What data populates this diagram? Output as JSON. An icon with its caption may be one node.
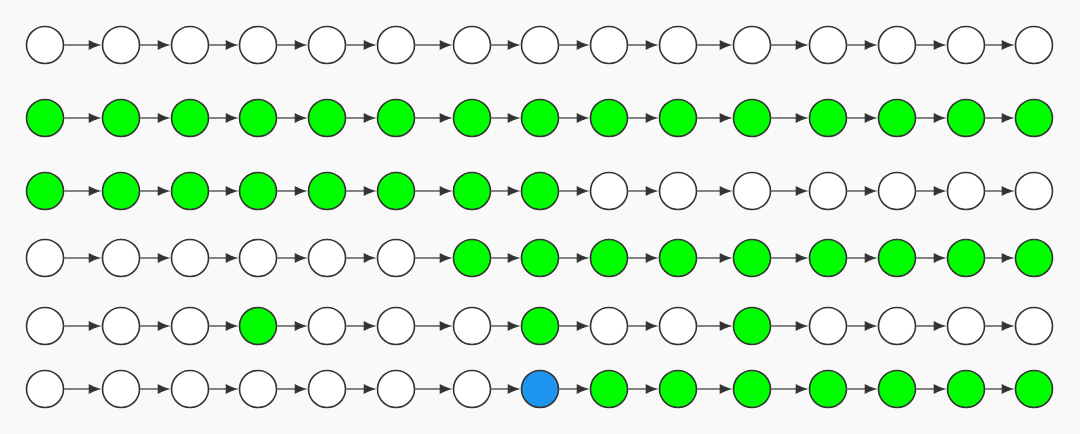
{
  "diagram": {
    "nodes": [
      {
        "text": [],
        "shape": "circle"
      },
      {
        "text": [],
        "shape": "circle"
      },
      {
        "text": [],
        "shape": "circle"
      },
      {
        "text": [],
        "shape": "circle"
      },
      {
        "text": [],
        "shape": "circle"
      },
      {
        "text": [],
        "shape": "circle"
      },
      {
        "text": [],
        "shape": "circle"
      },
      {
        "text": [],
        "shape": "circle"
      },
      {
        "text": [],
        "shape": "circle"
      },
      {
        "text": [],
        "shape": "circle"
      },
      {
        "text": [],
        "shape": "circle"
      },
      {
        "text": [],
        "shape": "circle"
      },
      {
        "text": [],
        "shape": "circle"
      },
      {
        "text": [],
        "shape": "circle"
      },
      {
        "text": [],
        "shape": "circle"
      },
      {
        "text": [],
        "shape": "circle"
      },
      {
        "text": [],
        "shape": "circle"
      },
      {
        "text": [],
        "shape": "circle"
      },
      {
        "text": [],
        "shape": "circle"
      },
      {
        "text": [],
        "shape": "circle"
      },
      {
        "text": [],
        "shape": "circle"
      },
      {
        "text": [],
        "shape": "circle"
      },
      {
        "text": [],
        "shape": "circle"
      },
      {
        "text": [],
        "shape": "circle"
      },
      {
        "text": [],
        "shape": "circle"
      },
      {
        "text": [],
        "shape": "circle"
      },
      {
        "text": [],
        "shape": "circle"
      },
      {
        "text": [],
        "shape": "circle"
      },
      {
        "text": [],
        "shape": "circle"
      },
      {
        "text": [],
        "shape": "circle"
      },
      {
        "text": [],
        "shape": "circle"
      },
      {
        "text": [],
        "shape": "circle"
      },
      {
        "text": [],
        "shape": "circle"
      },
      {
        "text": [],
        "shape": "circle"
      },
      {
        "text": [],
        "shape": "circle"
      },
      {
        "text": [],
        "shape": "circle"
      },
      {
        "text": [],
        "shape": "circle"
      },
      {
        "text": [],
        "shape": "circle"
      },
      {
        "text": [],
        "shape": "circle"
      },
      {
        "text": [],
        "shape": "circle"
      },
      {
        "text": [],
        "shape": "circle"
      },
      {
        "text": [],
        "shape": "circle"
      },
      {
        "text": [],
        "shape": "circle"
      },
      {
        "text": [],
        "shape": "circle"
      },
      {
        "text": [],
        "shape": "circle"
      },
      {
        "text": [],
        "shape": "circle"
      },
      {
        "text": [],
        "shape": "circle"
      },
      {
        "text": [],
        "shape": "circle"
      },
      {
        "text": [],
        "shape": "circle"
      },
      {
        "text": [],
        "shape": "circle"
      },
      {
        "text": [],
        "shape": "circle"
      },
      {
        "text": [],
        "shape": "circle"
      },
      {
        "text": [],
        "shape": "circle"
      },
      {
        "text": [],
        "shape": "circle"
      },
      {
        "text": [],
        "shape": "circle"
      },
      {
        "text": [],
        "shape": "circle"
      },
      {
        "text": [],
        "shape": "circle"
      },
      {
        "text": [],
        "shape": "circle"
      },
      {
        "text": [],
        "shape": "circle"
      },
      {
        "text": [],
        "shape": "circle"
      },
      {
        "text": [],
        "shape": "circle"
      },
      {
        "text": [],
        "shape": "circle"
      },
      {
        "text": [],
        "shape": "circle"
      },
      {
        "text": [],
        "shape": "circle"
      },
      {
        "text": [],
        "shape": "circle"
      },
      {
        "text": [],
        "shape": "circle"
      },
      {
        "text": [],
        "shape": "circle"
      },
      {
        "text": [],
        "shape": "circle"
      },
      {
        "text": [],
        "shape": "circle"
      },
      {
        "text": [],
        "shape": "circle"
      },
      {
        "text": [],
        "shape": "circle"
      },
      {
        "text": [],
        "shape": "circle"
      },
      {
        "text": [],
        "shape": "circle"
      },
      {
        "text": [],
        "shape": "circle"
      },
      {
        "text": [],
        "shape": "circle"
      },
      {
        "text": [],
        "shape": "circle"
      },
      {
        "text": [],
        "shape": "circle"
      },
      {
        "text": [],
        "shape": "circle"
      },
      {
        "text": [],
        "shape": "circle"
      },
      {
        "text": [],
        "shape": "circle"
      },
      {
        "text": [],
        "shape": "circle"
      },
      {
        "text": [],
        "shape": "circle"
      },
      {
        "text": [],
        "shape": "circle"
      },
      {
        "text": [],
        "shape": "circle"
      },
      {
        "text": [],
        "shape": "circle"
      },
      {
        "text": [],
        "shape": "circle"
      },
      {
        "text": [],
        "shape": "circle"
      },
      {
        "text": [],
        "shape": "circle"
      },
      {
        "text": [],
        "shape": "circle"
      },
      {
        "text": [],
        "shape": "circle"
      }
    ],
    "edges": [
      {
        "from": 0,
        "to": 1,
        "arrow": "to"
      },
      {
        "from": 1,
        "to": 2,
        "arrow": "to"
      },
      {
        "from": 2,
        "to": 3,
        "arrow": "to"
      },
      {
        "from": 3,
        "to": 4,
        "arrow": "to"
      },
      {
        "from": 4,
        "to": 5,
        "arrow": "to"
      },
      {
        "from": 5,
        "to": 6,
        "arrow": "to"
      },
      {
        "from": 6,
        "to": 7,
        "arrow": "to"
      },
      {
        "from": 7,
        "to": 8,
        "arrow": "to"
      },
      {
        "from": 8,
        "to": 9,
        "arrow": "to"
      },
      {
        "from": 9,
        "to": 10,
        "arrow": "to"
      },
      {
        "from": 10,
        "to": 11,
        "arrow": "to"
      },
      {
        "from": 11,
        "to": 12,
        "arrow": "to"
      },
      {
        "from": 12,
        "to": 13,
        "arrow": "to"
      },
      {
        "from": 13,
        "to": 14,
        "arrow": "to"
      },
      {
        "from": 15,
        "to": 16,
        "arrow": "to"
      },
      {
        "from": 16,
        "to": 17,
        "arrow": "to"
      },
      {
        "from": 17,
        "to": 18,
        "arrow": "to"
      },
      {
        "from": 18,
        "to": 19,
        "arrow": "to"
      },
      {
        "from": 19,
        "to": 20,
        "arrow": "to"
      },
      {
        "from": 20,
        "to": 21,
        "arrow": "to"
      },
      {
        "from": 21,
        "to": 22,
        "arrow": "to"
      },
      {
        "from": 22,
        "to": 23,
        "arrow": "to"
      },
      {
        "from": 23,
        "to": 24,
        "arrow": "to"
      },
      {
        "from": 24,
        "to": 25,
        "arrow": "to"
      },
      {
        "from": 25,
        "to": 26,
        "arrow": "to"
      },
      {
        "from": 26,
        "to": 27,
        "arrow": "to"
      },
      {
        "from": 27,
        "to": 28,
        "arrow": "to"
      },
      {
        "from": 28,
        "to": 29,
        "arrow": "to"
      },
      {
        "from": 30,
        "to": 31,
        "arrow": "to"
      },
      {
        "from": 31,
        "to": 32,
        "arrow": "to"
      },
      {
        "from": 32,
        "to": 33,
        "arrow": "to"
      },
      {
        "from": 33,
        "to": 34,
        "arrow": "to"
      },
      {
        "from": 34,
        "to": 35,
        "arrow": "to"
      },
      {
        "from": 35,
        "to": 36,
        "arrow": "to"
      },
      {
        "from": 36,
        "to": 37,
        "arrow": "to"
      },
      {
        "from": 37,
        "to": 38,
        "arrow": "to"
      },
      {
        "from": 38,
        "to": 39,
        "arrow": "to"
      },
      {
        "from": 39,
        "to": 40,
        "arrow": "to"
      },
      {
        "from": 40,
        "to": 41,
        "arrow": "to"
      },
      {
        "from": 41,
        "to": 42,
        "arrow": "to"
      },
      {
        "from": 42,
        "to": 43,
        "arrow": "to"
      },
      {
        "from": 43,
        "to": 44,
        "arrow": "to"
      },
      {
        "from": 45,
        "to": 46,
        "arrow": "to"
      },
      {
        "from": 46,
        "to": 47,
        "arrow": "to"
      },
      {
        "from": 47,
        "to": 48,
        "arrow": "to"
      },
      {
        "from": 48,
        "to": 49,
        "arrow": "to"
      },
      {
        "from": 49,
        "to": 50,
        "arrow": "to"
      },
      {
        "from": 50,
        "to": 51,
        "arrow": "to"
      },
      {
        "from": 51,
        "to": 52,
        "arrow": "to"
      },
      {
        "from": 52,
        "to": 53,
        "arrow": "to"
      },
      {
        "from": 53,
        "to": 54,
        "arrow": "to"
      },
      {
        "from": 54,
        "to": 55,
        "arrow": "to"
      },
      {
        "from": 55,
        "to": 56,
        "arrow": "to"
      },
      {
        "from": 56,
        "to": 57,
        "arrow": "to"
      },
      {
        "from": 57,
        "to": 58,
        "arrow": "to"
      },
      {
        "from": 58,
        "to": 59,
        "arrow": "to"
      },
      {
        "from": 60,
        "to": 61,
        "arrow": "to"
      },
      {
        "from": 61,
        "to": 62,
        "arrow": "to"
      },
      {
        "from": 62,
        "to": 63,
        "arrow": "to"
      },
      {
        "from": 63,
        "to": 64,
        "arrow": "to"
      },
      {
        "from": 64,
        "to": 65,
        "arrow": "to"
      },
      {
        "from": 65,
        "to": 66,
        "arrow": "to"
      },
      {
        "from": 66,
        "to": 67,
        "arrow": "to"
      },
      {
        "from": 67,
        "to": 68,
        "arrow": "to"
      },
      {
        "from": 68,
        "to": 69,
        "arrow": "to"
      },
      {
        "from": 69,
        "to": 70,
        "arrow": "to"
      },
      {
        "from": 70,
        "to": 71,
        "arrow": "to"
      },
      {
        "from": 71,
        "to": 72,
        "arrow": "to"
      },
      {
        "from": 72,
        "to": 73,
        "arrow": "to"
      },
      {
        "from": 73,
        "to": 74,
        "arrow": "to"
      },
      {
        "from": 75,
        "to": 76,
        "arrow": "to"
      },
      {
        "from": 76,
        "to": 77,
        "arrow": "to"
      },
      {
        "from": 77,
        "to": 78,
        "arrow": "to"
      },
      {
        "from": 78,
        "to": 79,
        "arrow": "to"
      },
      {
        "from": 79,
        "to": 80,
        "arrow": "to"
      },
      {
        "from": 80,
        "to": 81,
        "arrow": "to"
      },
      {
        "from": 81,
        "to": 82,
        "arrow": "to"
      },
      {
        "from": 82,
        "to": 83,
        "arrow": "to"
      },
      {
        "from": 83,
        "to": 84,
        "arrow": "to"
      },
      {
        "from": 84,
        "to": 85,
        "arrow": "to"
      },
      {
        "from": 85,
        "to": 86,
        "arrow": "to"
      },
      {
        "from": 86,
        "to": 87,
        "arrow": "to"
      },
      {
        "from": 87,
        "to": 88,
        "arrow": "to"
      },
      {
        "from": 88,
        "to": 89,
        "arrow": "to"
      }
    ]
  }
}
